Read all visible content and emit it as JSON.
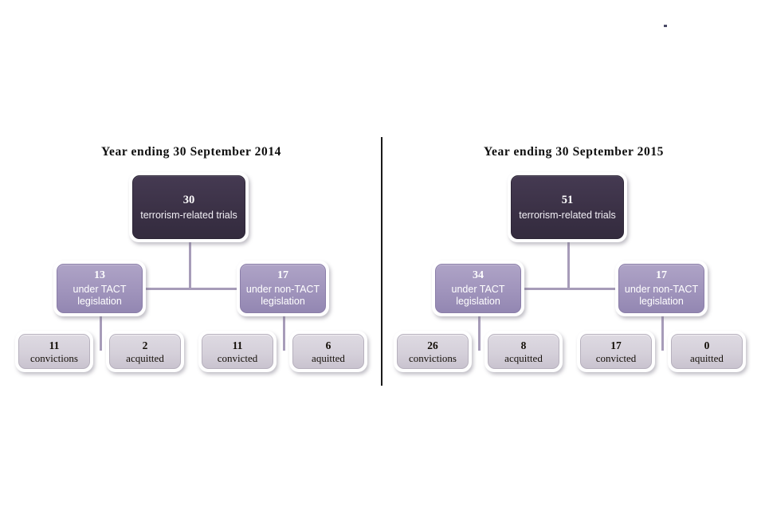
{
  "figure": {
    "type": "diagram",
    "subtype": "flow-tree",
    "accent_colors": {
      "top_box": "#3b3146",
      "mid_box": "#a094bc",
      "bottom_box": "#d5d0da",
      "connector": "#a79cb9",
      "divider": "#1a1a1a",
      "background": "#ffffff"
    }
  },
  "panels": [
    {
      "id": "panel-2014",
      "title": "Year ending 30 September  2014",
      "top": {
        "number": "30",
        "label": "terrorism-related trials"
      },
      "branches": [
        {
          "id": "tact",
          "number": "13",
          "label": "under TACT legislation",
          "outcomes": [
            {
              "number": "11",
              "label": "convictions"
            },
            {
              "number": "2",
              "label": "acquitted"
            }
          ]
        },
        {
          "id": "non-tact",
          "number": "17",
          "label": "under non-TACT legislation",
          "outcomes": [
            {
              "number": "11",
              "label": "convicted"
            },
            {
              "number": "6",
              "label": "aquitted"
            }
          ]
        }
      ]
    },
    {
      "id": "panel-2015",
      "title": "Year ending 30 September  2015",
      "top": {
        "number": "51",
        "label": "terrorism-related trials"
      },
      "branches": [
        {
          "id": "tact",
          "number": "34",
          "label": "under TACT legislation",
          "outcomes": [
            {
              "number": "26",
              "label": "convictions"
            },
            {
              "number": "8",
              "label": "acquitted"
            }
          ]
        },
        {
          "id": "non-tact",
          "number": "17",
          "label": "under non-TACT legislation",
          "outcomes": [
            {
              "number": "17",
              "label": "convicted"
            },
            {
              "number": "0",
              "label": "aquitted"
            }
          ]
        }
      ]
    }
  ]
}
